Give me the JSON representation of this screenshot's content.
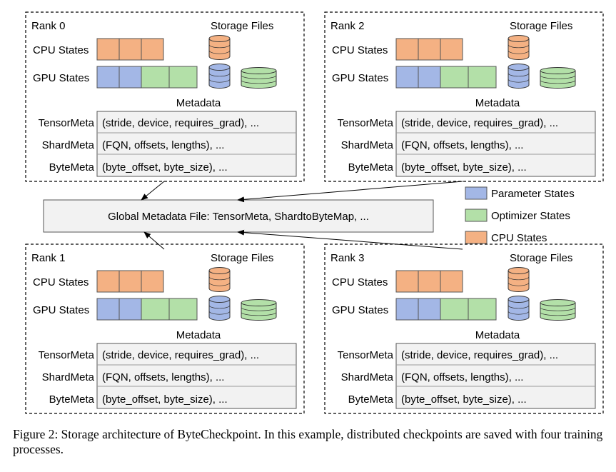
{
  "ranks": [
    {
      "label": "Rank 0"
    },
    {
      "label": "Rank 2"
    },
    {
      "label": "Rank 1"
    },
    {
      "label": "Rank 3"
    }
  ],
  "rank_common": {
    "storage_files": "Storage Files",
    "cpu_states": "CPU States",
    "gpu_states": "GPU States",
    "metadata_title": "Metadata",
    "meta_rows": [
      {
        "name": "TensorMeta",
        "value": "(stride, device, requires_grad), ..."
      },
      {
        "name": "ShardMeta",
        "value": "(FQN, offsets, lengths), ..."
      },
      {
        "name": "ByteMeta",
        "value": "(byte_offset, byte_size), ..."
      }
    ]
  },
  "global_file": {
    "text": "Global Metadata File:  TensorMeta, ShardtoByteMap, ..."
  },
  "legend": [
    {
      "label": "Parameter States",
      "color": "#a3b7e6"
    },
    {
      "label": "Optimizer States",
      "color": "#b3e0a8"
    },
    {
      "label": "CPU States",
      "color": "#f4b183"
    }
  ],
  "colors": {
    "param": "#a3b7e6",
    "optim": "#b3e0a8",
    "cpu": "#f4b183",
    "table_bg": "#f2f2f2"
  },
  "caption": "Figure 2: Storage architecture of ByteCheckpoint. In this example, distributed checkpoints are saved with four training processes."
}
